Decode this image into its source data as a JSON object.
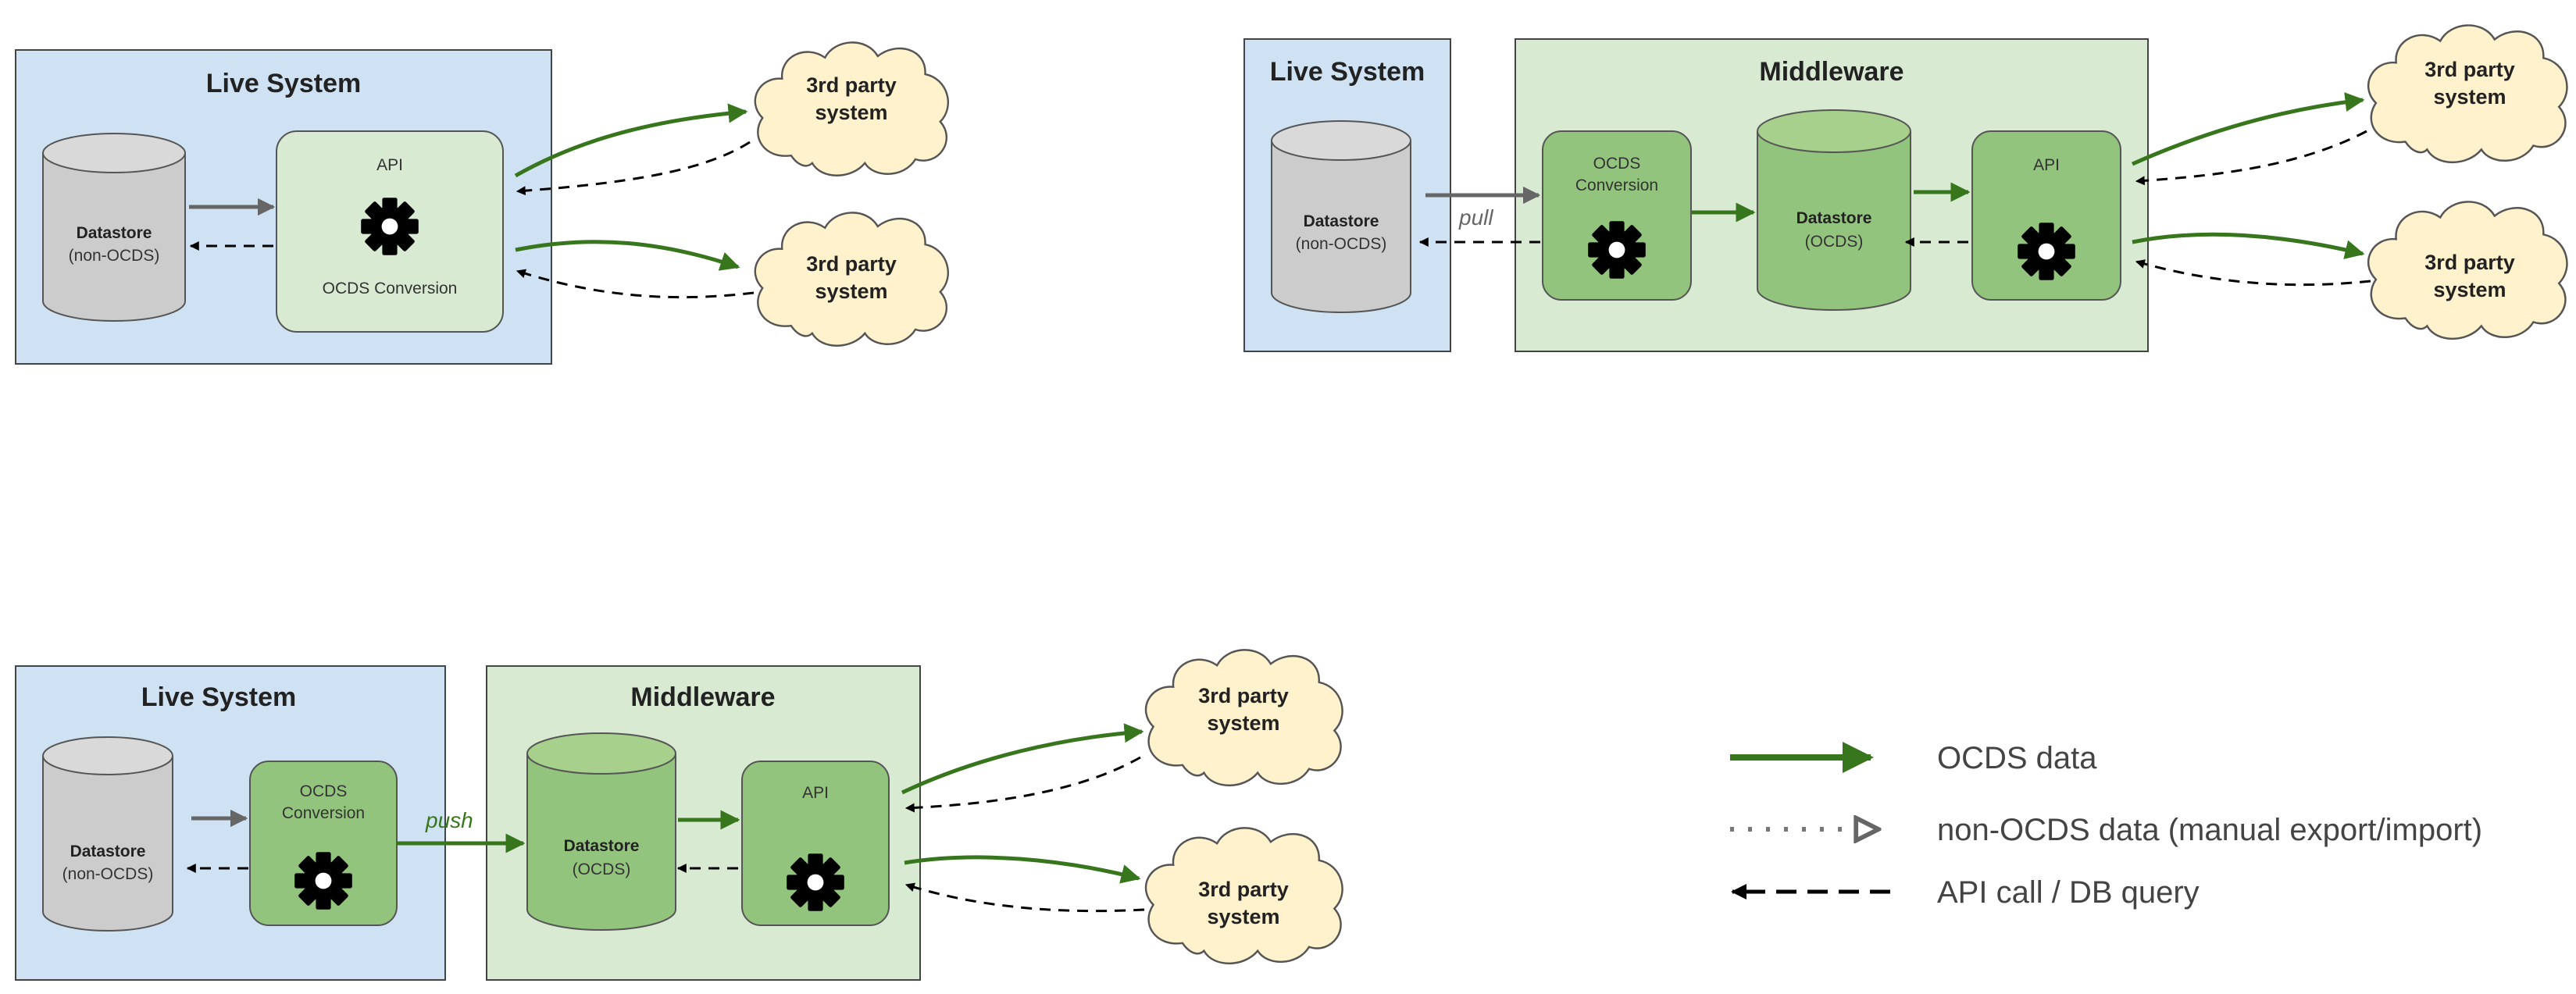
{
  "labels": {
    "live_system": "Live System",
    "middleware": "Middleware",
    "api": "API",
    "ocds_conversion": "OCDS Conversion",
    "ocds": "OCDS",
    "conversion": "Conversion",
    "datastore": "Datastore",
    "non_ocds_paren": "(non-OCDS)",
    "ocds_paren": "(OCDS)",
    "third_party": "3rd party",
    "system": "system",
    "pull": "pull",
    "push": "push"
  },
  "legend": {
    "ocds_data": "OCDS data",
    "non_ocds_data": "non-OCDS data (manual export/import)",
    "api_call": "API call / DB query"
  },
  "colors": {
    "live_system_fill": "#cfe2f3",
    "middleware_fill": "#d9ead3",
    "api_box_fill": "#d9ead3",
    "dark_green_fill": "#93c47d",
    "datastore_grey": "#cccccc",
    "cloud_fill": "#fff2cc",
    "ocds_arrow": "#38761d",
    "grey_arrow": "#666666",
    "black_arrow": "#000000",
    "gear": "#000000"
  },
  "icons": [
    "gear-icon",
    "cloud-icon",
    "database-icon"
  ]
}
